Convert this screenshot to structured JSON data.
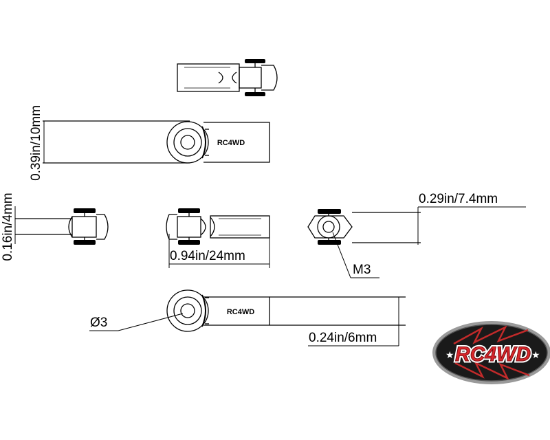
{
  "dimensions": {
    "width_label": "0.39in/10mm",
    "thickness_label": "0.16in/4mm",
    "length_label": "0.94in/24mm",
    "height_label": "0.29in/7.4mm",
    "thread_label": "M3",
    "hole_label": "Ø3",
    "shank_label": "0.24in/6mm"
  },
  "part_marking": "RC4WD",
  "logo": {
    "text": "RC4WD",
    "colors": {
      "letters": "#d8262b",
      "outline": "#ffffff",
      "body": "#1a1a1a",
      "rim": "#9a9a9a"
    }
  }
}
